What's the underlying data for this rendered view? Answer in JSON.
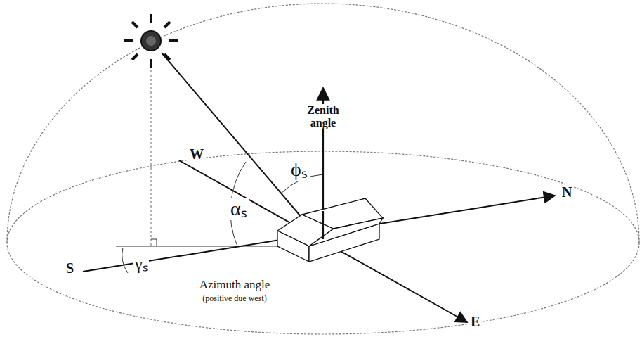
{
  "diagram": {
    "labels": [
      "Zenith angle",
      "ϕₛ",
      "αₛ",
      "γₛ",
      "W",
      "N",
      "S",
      "E",
      "Azimuth angle",
      "(positive due west)"
    ]
  }
}
